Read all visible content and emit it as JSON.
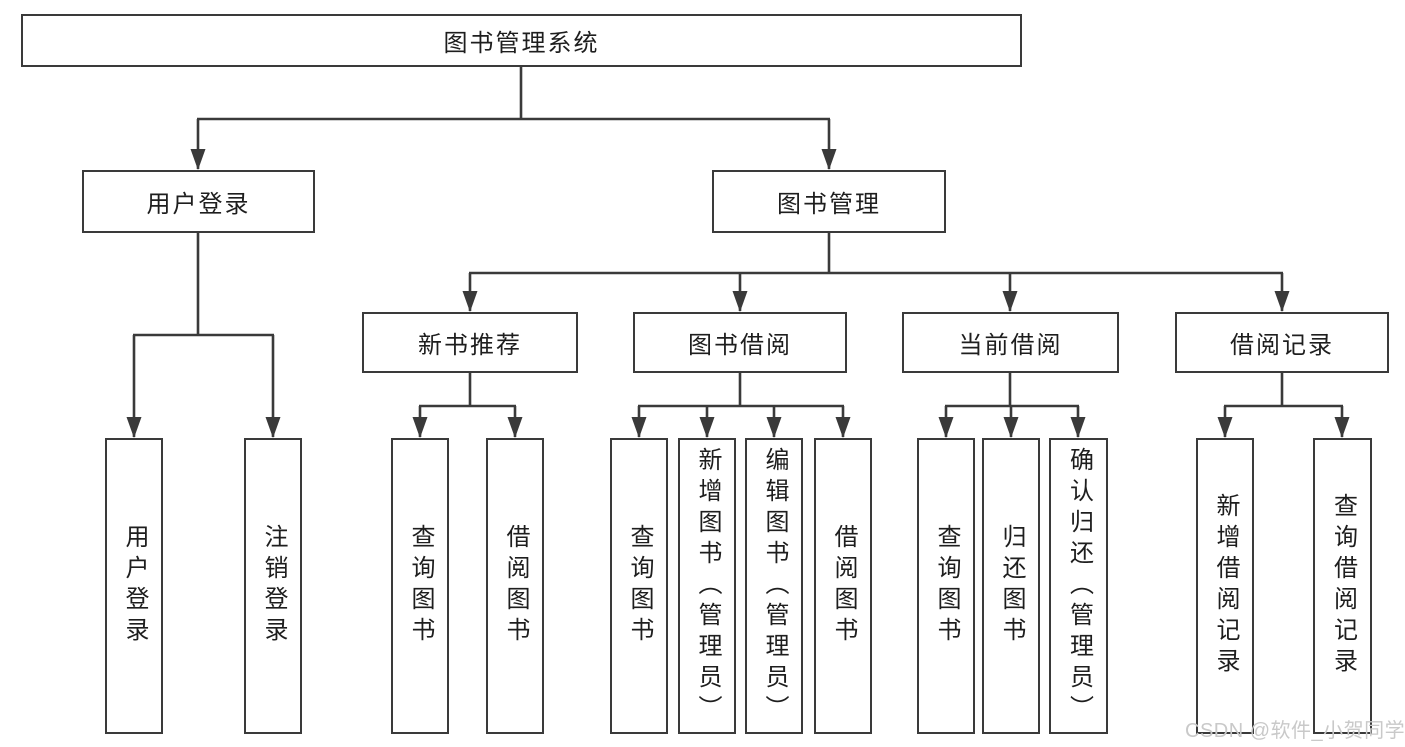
{
  "diagram": {
    "root": {
      "label": "图书管理系统"
    },
    "user_login": {
      "label": "用户登录",
      "children": [
        {
          "label": "用户登录"
        },
        {
          "label": "注销登录"
        }
      ]
    },
    "book_management": {
      "label": "图书管理",
      "sections": [
        {
          "label": "新书推荐",
          "children": [
            {
              "label": "查询图书"
            },
            {
              "label": "借阅图书"
            }
          ]
        },
        {
          "label": "图书借阅",
          "children": [
            {
              "label": "查询图书"
            },
            {
              "label": "新增图书（管理员）"
            },
            {
              "label": "编辑图书（管理员）"
            },
            {
              "label": "借阅图书"
            }
          ]
        },
        {
          "label": "当前借阅",
          "children": [
            {
              "label": "查询图书"
            },
            {
              "label": "归还图书"
            },
            {
              "label": "确认归还（管理员）"
            }
          ]
        },
        {
          "label": "借阅记录",
          "children": [
            {
              "label": "新增借阅记录"
            },
            {
              "label": "查询借阅记录"
            }
          ]
        }
      ]
    }
  },
  "watermark": {
    "text": "CSDN @软件_小贺同学"
  },
  "colors": {
    "line": "#3a3a3a",
    "text": "#1e1e1e",
    "watermark": "#c9c9c9",
    "background": "#ffffff"
  }
}
